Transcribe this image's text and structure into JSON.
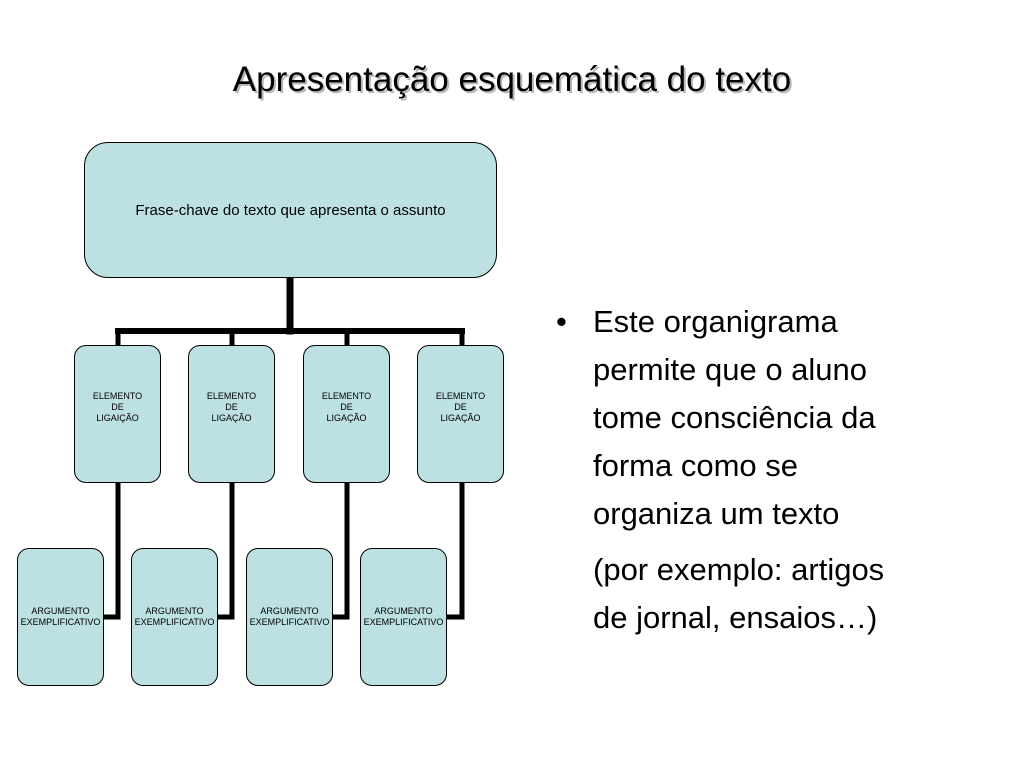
{
  "title": "Apresentação esquemática do texto",
  "diagram": {
    "root": "Frase-chave do texto que apresenta o assunto",
    "branches": [
      {
        "link": "ELEMENTO\nDE\nLIGAIÇÃO",
        "argument": "ARGUMENTO\nEXEMPLIFICATIVO"
      },
      {
        "link": "ELEMENTO\nDE\nLIGAÇÃO",
        "argument": "ARGUMENTO\nEXEMPLIFICATIVO"
      },
      {
        "link": "ELEMENTO\nDE\nLIGAÇÃO",
        "argument": "ARGUMENTO\nEXEMPLIFICATIVO"
      },
      {
        "link": "ELEMENTO\nDE\nLIGAÇÃO",
        "argument": "ARGUMENTO\nEXEMPLIFICATIVO"
      }
    ]
  },
  "bullet": {
    "marker": "•",
    "text": "Este organigrama\npermite que o aluno\ntome consciência da\nforma como se\norganiza um texto",
    "continuation": "(por exemplo: artigos\nde jornal, ensaios…)"
  }
}
